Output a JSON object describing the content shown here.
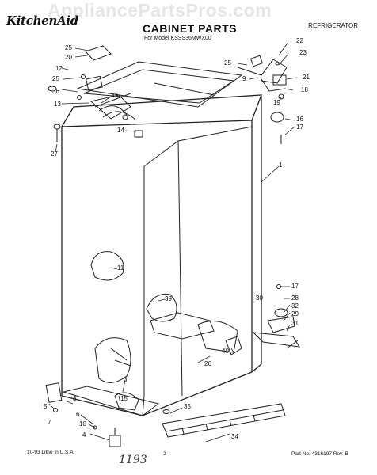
{
  "header": {
    "logo_text": "KitchenAid",
    "watermark": "AppliancePartsPros.com",
    "title": "CABINET PARTS",
    "subtitle": "For Model KSSS36MWX00",
    "category": "REFRIGERATOR"
  },
  "callouts": {
    "c25a": "25",
    "c20": "20",
    "c12": "12",
    "c25b": "25",
    "c36": "36",
    "c13": "13",
    "c37": "37",
    "c14": "14",
    "c27": "27",
    "c22": "22",
    "c23": "23",
    "c25c": "25",
    "c9": "9",
    "c21": "21",
    "c18": "18",
    "c19": "19",
    "c16": "16",
    "c17a": "17",
    "c1": "1",
    "c11": "11",
    "c39": "39",
    "c17b": "17",
    "c28": "28",
    "c30": "30",
    "c32": "32",
    "c29": "29",
    "c31": "31",
    "c40": "40",
    "c26": "26",
    "c3": "3",
    "c15": "15",
    "c8": "8",
    "c5": "5",
    "c6": "6",
    "c10": "10",
    "c4": "4",
    "c35": "35",
    "c34": "34",
    "c7": "7"
  },
  "footer": {
    "left": "10-93 Litho In U.S.A.",
    "page": "2",
    "part_no": "Part No. 4316197 Rev. B"
  },
  "handwritten_note": "1193"
}
